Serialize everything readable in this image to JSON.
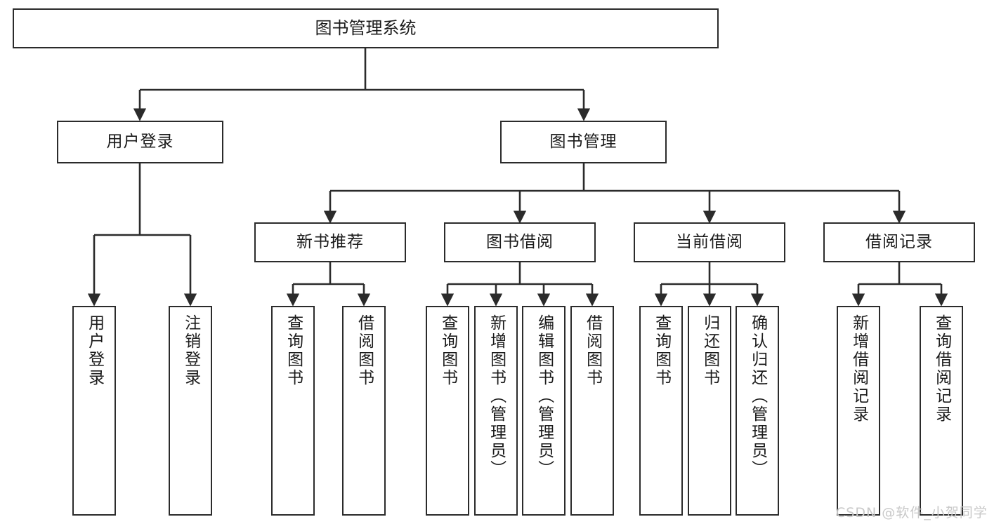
{
  "diagram": {
    "title": "图书管理系统",
    "type": "tree-hierarchy-diagram",
    "root": {
      "label": "图书管理系统"
    },
    "level2": [
      {
        "label": "用户登录"
      },
      {
        "label": "图书管理"
      }
    ],
    "level3": [
      {
        "label": "新书推荐"
      },
      {
        "label": "图书借阅"
      },
      {
        "label": "当前借阅"
      },
      {
        "label": "借阅记录"
      }
    ],
    "leaves": {
      "user_login": [
        {
          "label": "用户登录"
        },
        {
          "label": "注销登录"
        }
      ],
      "new_book_recommend": [
        {
          "label": "查询图书"
        },
        {
          "label": "借阅图书"
        }
      ],
      "book_borrow": [
        {
          "label": "查询图书"
        },
        {
          "label": "新增图书（管理员）"
        },
        {
          "label": "编辑图书（管理员）"
        },
        {
          "label": "借阅图书"
        }
      ],
      "current_borrow": [
        {
          "label": "查询图书"
        },
        {
          "label": "归还图书"
        },
        {
          "label": "确认归还（管理员）"
        }
      ],
      "borrow_record": [
        {
          "label": "新增借阅记录"
        },
        {
          "label": "查询借阅记录"
        }
      ]
    },
    "watermark": "CSDN @软件_小贺同学",
    "colors": {
      "stroke": "#2b2b2b",
      "fill": "#ffffff",
      "text": "#1b1b1b",
      "watermark": "#c9c9c9"
    }
  }
}
